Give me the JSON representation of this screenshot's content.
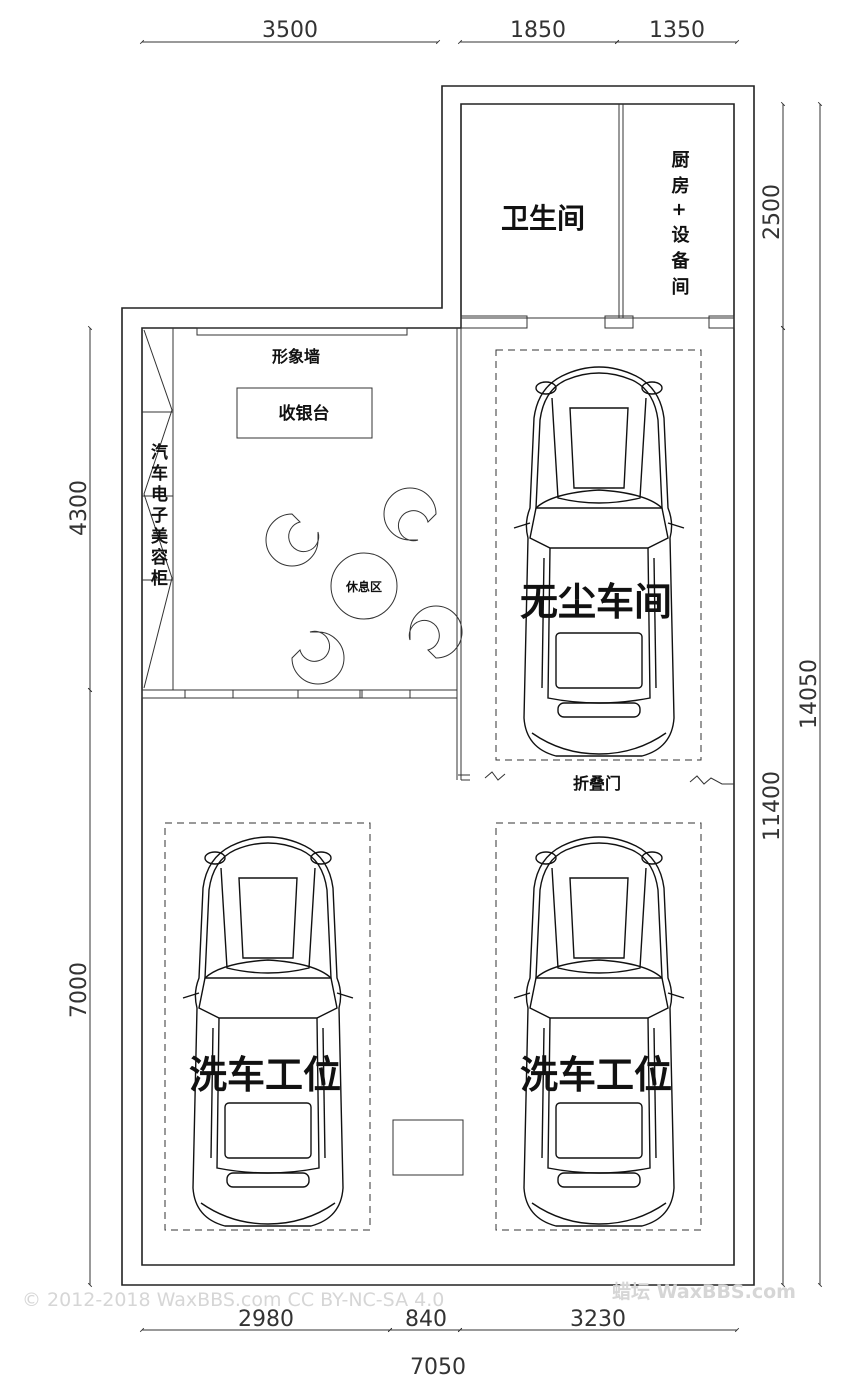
{
  "dimensions": {
    "top": [
      "3500",
      "1850",
      "1350"
    ],
    "bottom": [
      "2980",
      "840",
      "3230"
    ],
    "bottom_total": "7050",
    "left": [
      "4300",
      "7000"
    ],
    "right_inner": [
      "2500",
      "11400"
    ],
    "right_total": "14050"
  },
  "rooms": {
    "bathroom": "卫生间",
    "kitchen": "厨房+设备间",
    "image_wall": "形象墙",
    "cashier": "收银台",
    "cabinet": "汽车电子美容柜",
    "lounge": "休息区",
    "dustfree": "无尘车间",
    "folding_door": "折叠门",
    "wash_bay_left": "洗车工位",
    "wash_bay_right": "洗车工位"
  },
  "watermarks": {
    "license": "© 2012-2018 WaxBBS.com CC BY-NC-SA 4.0",
    "brand": "蜡坛 WaxBBS.com"
  }
}
